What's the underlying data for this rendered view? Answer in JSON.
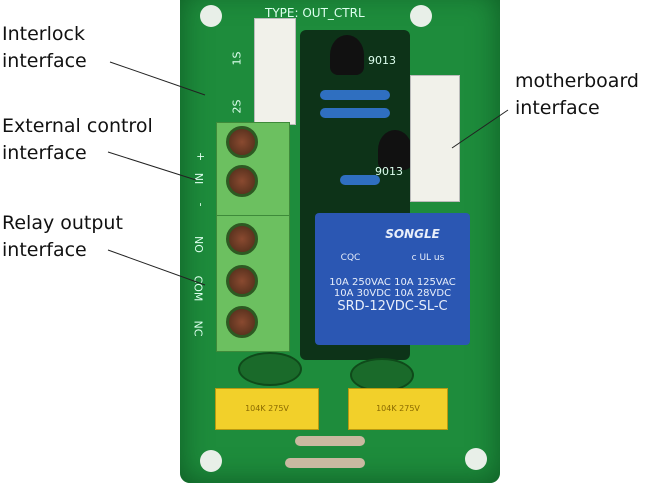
{
  "labels": {
    "interlock": [
      "Interlock",
      "interface"
    ],
    "external": [
      "External control",
      "interface"
    ],
    "relay": [
      "Relay output",
      "interface"
    ],
    "motherboard": [
      "motherboard",
      "interface"
    ]
  },
  "board": {
    "type_text": "TYPE: OUT_CTRL",
    "transistor1": "9013",
    "transistor2": "9013",
    "silk_1s": "1S",
    "silk_2s": "2S",
    "silk_plus": "+",
    "silk_in": "IN",
    "silk_minus": "-",
    "silk_no": "NO",
    "silk_com": "COM",
    "silk_nc": "NC",
    "relay_brand": "SONGLE",
    "relay_cert": "CQC",
    "relay_ul": "c UL us",
    "relay_line1": "10A 250VAC 10A 125VAC",
    "relay_line2": "10A 30VDC 10A 28VDC",
    "relay_model": "SRD-12VDC-SL-C",
    "cap_text": "104K 275V"
  }
}
